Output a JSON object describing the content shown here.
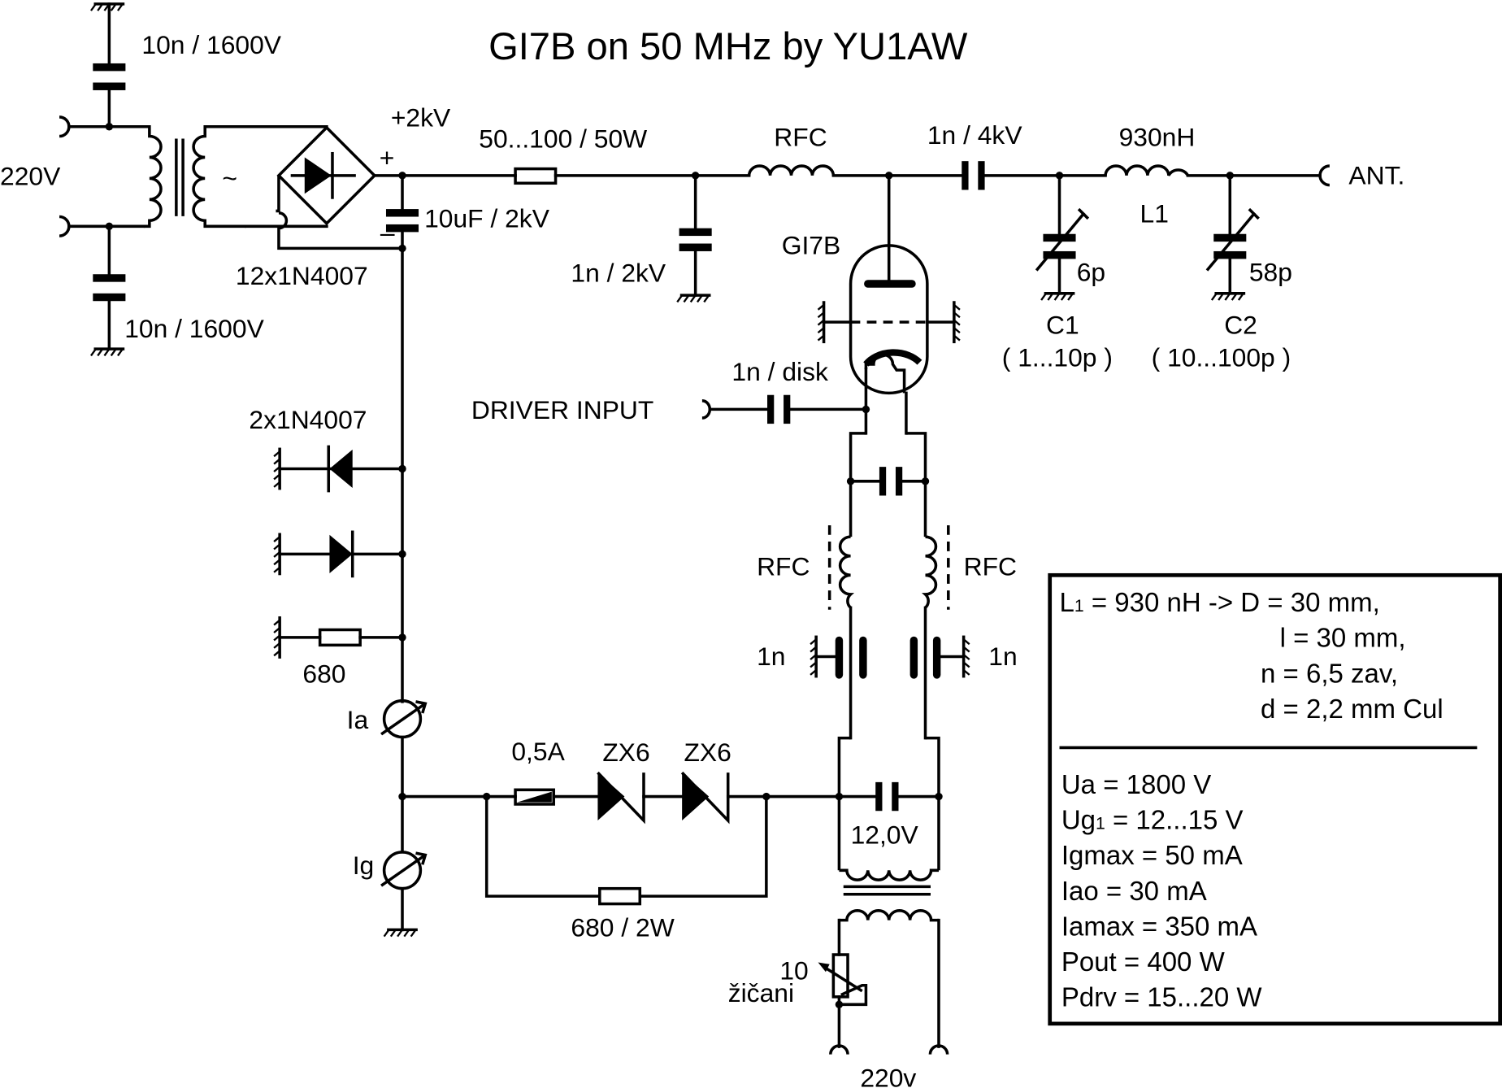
{
  "title": "GI7B on 50 MHz by YU1AW",
  "labels": {
    "mains_in": "220V",
    "cap_top": "10n / 1600V",
    "cap_bottom": "10n / 1600V",
    "bridge": "12x1N4007",
    "bridge_plus": "+",
    "plus_2kv": "+2kV",
    "filter_plus": "+",
    "filter_minus": "–",
    "filter_cap": "10uF / 2kV",
    "series_res": "50...100 / 50W",
    "bypass_cap": "1n / 2kV",
    "rfc_top": "RFC",
    "coupling_cap": "1n / 4kV",
    "l1_value": "930nH",
    "l1_name": "L1",
    "antenna": "ANT.",
    "c1_value": "6p",
    "c1_name": "C1",
    "c1_range": "( 1...10p )",
    "c2_value": "58p",
    "c2_name": "C2",
    "c2_range": "( 10...100p )",
    "tube": "GI7B",
    "input_cap": "1n / disk",
    "driver_input": "DRIVER INPUT",
    "protect_diodes": "2x1N4007",
    "res_680": "680",
    "meter_ia": "Ia",
    "meter_ig": "Ig",
    "fuse": "0,5A",
    "zener1": "ZX6",
    "zener2": "ZX6",
    "bias_res": "680 / 2W",
    "rfc_left": "RFC",
    "rfc_right": "RFC",
    "feed_left": "1n",
    "feed_right": "1n",
    "fil_voltage": "12,0V",
    "rheostat_value": "10",
    "rheostat_type": "žičani",
    "fil_mains": "220v",
    "tilde": "~"
  },
  "spec_box": {
    "coil": {
      "l1_prefix": "L",
      "l1_sub": "1",
      "line1": " = 930 nH -> D = 30 mm,",
      "line2": "l = 30 mm,",
      "line3": "n = 6,5 zav,",
      "line4": "d = 2,2 mm Cul"
    },
    "params": [
      {
        "name": "Ua",
        "sub": "",
        "value": " = 1800 V"
      },
      {
        "name": "Ug",
        "sub": "1",
        "value": " = 12...15 V"
      },
      {
        "name": "Igmax",
        "sub": "",
        "value": " = 50 mA"
      },
      {
        "name": "Iao",
        "sub": "",
        "value": " = 30 mA"
      },
      {
        "name": "Iamax",
        "sub": "",
        "value": " = 350 mA"
      },
      {
        "name": "Pout",
        "sub": "",
        "value": " = 400 W"
      },
      {
        "name": "Pdrv",
        "sub": "",
        "value": " = 15...20 W"
      }
    ]
  }
}
